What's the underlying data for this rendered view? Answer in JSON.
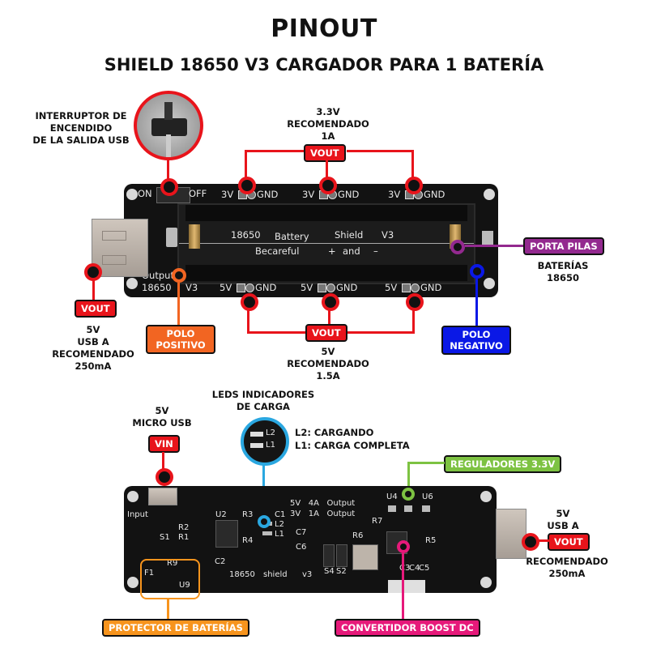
{
  "header": {
    "title": "PINOUT",
    "subtitle": "SHIELD 18650 V3 CARGADOR PARA 1 BATERÍA"
  },
  "colors": {
    "vout_red": "#e8141b",
    "polo_positivo_orange": "#f26522",
    "polo_negativo_blue": "#0a18e6",
    "porta_pilas_purple": "#93298f",
    "leds_cyan": "#2aa7e0",
    "reguladores_green": "#7dc242",
    "protector_orange": "#f7941d",
    "boost_pink": "#e6197a",
    "pcb_black": "#121212"
  },
  "top_view": {
    "switch_label": "INTERRUPTOR DE\nENCENDIDO\nDE LA SALIDA USB",
    "out_3v3": {
      "spec": "3.3V\nRECOMENDADO\n1A",
      "tag": "VOUT"
    },
    "out_5v_usb": {
      "tag": "VOUT",
      "spec": "5V\nUSB A\nRECOMENDADO\n250mA"
    },
    "polo_positivo": "POLO\nPOSITIVO",
    "out_5v": {
      "tag": "VOUT",
      "spec": "5V\nRECOMENDADO\n1.5A"
    },
    "polo_negativo": "POLO\nNEGATIVO",
    "porta_pilas": {
      "tag": "PORTA PILAS",
      "spec": "BATERÍAS\n18650"
    },
    "silkscreen": {
      "on": "ON",
      "off": "OFF",
      "pin_3v": "3V",
      "pin_5v": "5V",
      "gnd": "GND",
      "holder_line1": [
        "18650",
        "Battery",
        "Shield",
        "V3"
      ],
      "holder_line2": [
        "Becareful",
        "+",
        "and",
        "–"
      ],
      "output": "Output",
      "model": "18650",
      "version": "V3"
    }
  },
  "bottom_view": {
    "vin": {
      "spec": "5V\nMICRO USB",
      "tag": "VIN"
    },
    "leds": {
      "title": "LEDS INDICADORES\nDE CARGA",
      "legend": [
        "L2: CARGANDO",
        "L1: CARGA COMPLETA"
      ],
      "zoom_labels": [
        "L2",
        "L1"
      ]
    },
    "reguladores": "REGULADORES 3.3V",
    "out_usb": {
      "spec_top": "5V\nUSB A",
      "tag": "VOUT",
      "spec_bottom": "RECOMENDADO\n250mA"
    },
    "protector": "PROTECTOR DE BATERÍAS",
    "boost": "CONVERTIDOR BOOST DC",
    "silkscreen": {
      "input": "Input",
      "out5v": "5V   4A   Output",
      "out3v": "3V   1A   Output",
      "model": "18650",
      "shield": "shield",
      "version": "v3",
      "refs": [
        "U2",
        "R3",
        "C1",
        "L2",
        "L1",
        "R2",
        "R1",
        "R4",
        "C7",
        "C6",
        "R6",
        "R7",
        "U4",
        "U6",
        "R5",
        "C3",
        "C4",
        "C5",
        "S4",
        "S2",
        "F1",
        "R9",
        "U9",
        "C2",
        "S1"
      ]
    }
  }
}
